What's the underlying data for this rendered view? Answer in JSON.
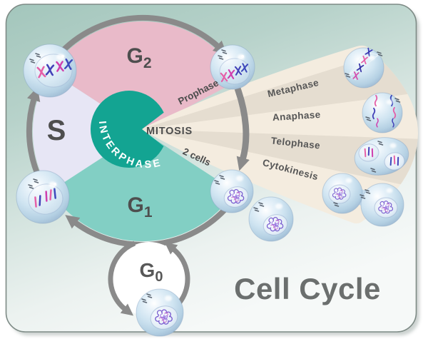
{
  "title": "Cell Cycle",
  "phases": {
    "g2": {
      "main": "G",
      "sub": "2"
    },
    "s": {
      "label": "S"
    },
    "g1": {
      "main": "G",
      "sub": "1"
    },
    "g0": {
      "main": "G",
      "sub": "0"
    },
    "interphase": {
      "label": "INTERPHASE"
    },
    "mitosis": {
      "label": "MITOSIS"
    }
  },
  "mitosis_stages": {
    "prophase": "Prophase",
    "metaphase": "Metaphase",
    "anaphase": "Anaphase",
    "telophase": "Telophase",
    "cytokinesis": "Cytokinesis",
    "result": "2 cells"
  },
  "colors": {
    "background_top": "#a3c6bc",
    "background_bottom": "#f6f9f8",
    "panel_border": "#7d8a85",
    "g2_sector": "#e9bac9",
    "s_sector": "#e7e6f5",
    "g1_sector": "#82cfc4",
    "interphase_disc": "#13a492",
    "fan_light": "#f4ecdf",
    "fan_dark": "#e5ddd0",
    "arrow": "#8a8a8a",
    "label_dark": "#4c4c4c",
    "stage_label": "#565656",
    "title": "#6b6f6e",
    "interphase_text": "#ffffff",
    "chromosome_pink": "#e560a8",
    "chromosome_blue": "#4342b8",
    "chromatin_purple": "#7a5ed0"
  }
}
